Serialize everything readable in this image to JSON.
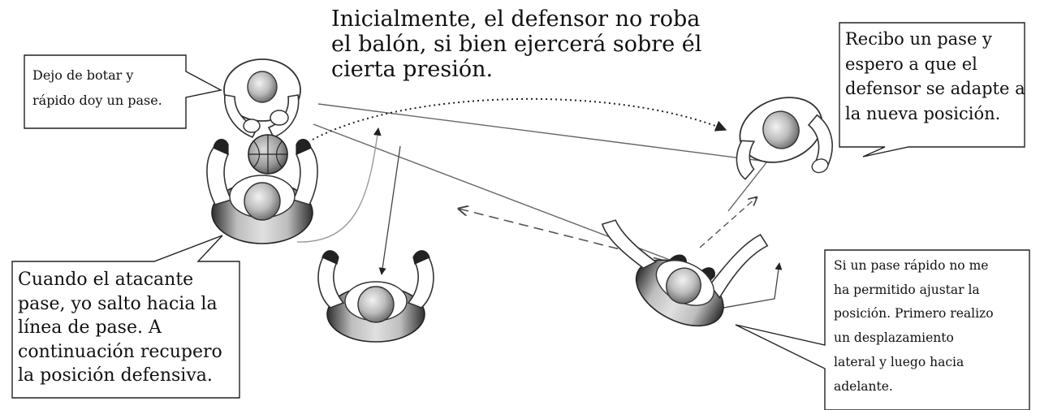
{
  "title_lines": [
    "Inicialmente, el defensor no roba",
    "el balón, si bien ejercerá sobre él",
    "cierta presión."
  ],
  "callouts": {
    "dribbler": [
      "Dejo de botar y",
      "rápido doy un pase."
    ],
    "receiver": [
      "Recibo un pase y",
      "espero a que el",
      "defensor se adapte a",
      "la nueva posición."
    ],
    "defender_jump": [
      "Cuando el atacante",
      "pase, yo salto hacia la",
      "línea de pase. A",
      "continuación recupero",
      "la posición defensiva."
    ],
    "defender_adjust": [
      "Si un pase rápido no me",
      "ha permitido ajustar la",
      "posición. Primero realizo",
      "un desplazamiento",
      "lateral y luego hacia",
      "adelante."
    ]
  },
  "figures": [
    {
      "role": "attacker-with-ball",
      "view": "top-down",
      "has_ball": true
    },
    {
      "role": "defender-front-of-dribbler",
      "view": "top-down"
    },
    {
      "role": "defender-on-pass-line",
      "view": "top-down"
    },
    {
      "role": "receiver",
      "view": "top-down"
    },
    {
      "role": "defender-of-receiver",
      "view": "top-down"
    }
  ],
  "paths": [
    {
      "kind": "pass",
      "style": "dotted",
      "from": "attacker-with-ball",
      "to": "receiver"
    },
    {
      "kind": "defender-movement",
      "style": "dashed",
      "from": "defender-of-receiver"
    },
    {
      "kind": "defender-jump",
      "style": "solid",
      "to": "pass line"
    },
    {
      "kind": "lateral-then-forward",
      "style": "solid",
      "from": "defender-of-receiver"
    }
  ]
}
